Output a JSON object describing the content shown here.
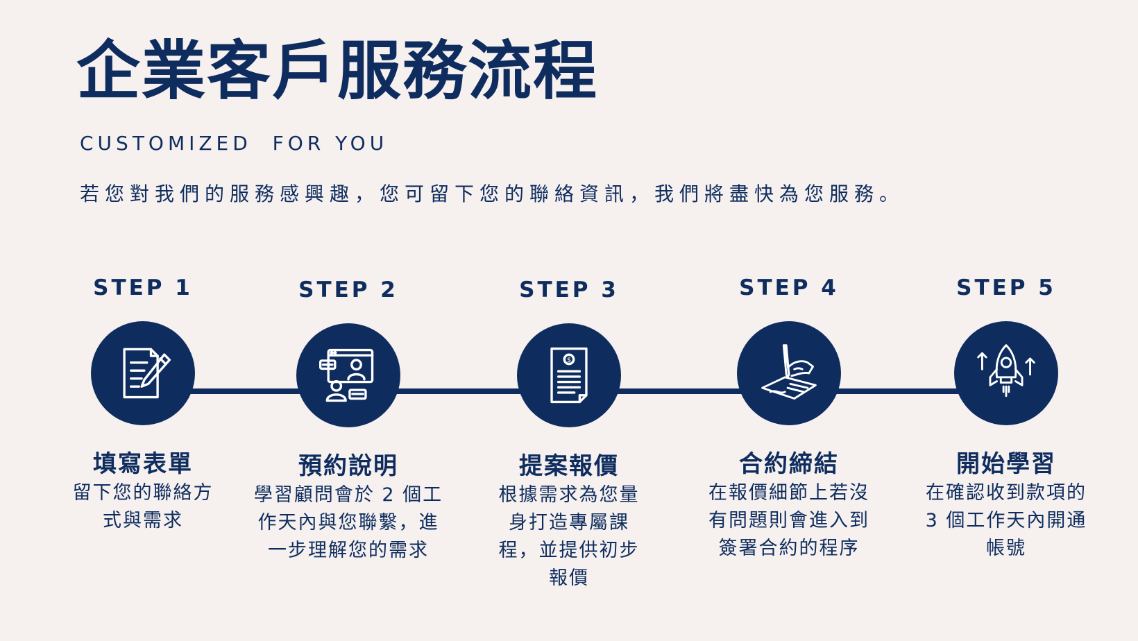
{
  "header": {
    "title": "企業客戶服務流程",
    "subtitle": "CUSTOMIZED  FOR YOU",
    "intro": "若您對我們的服務感興趣，您可留下您的聯絡資訊，我們將盡快為您服務。"
  },
  "steps": [
    {
      "label": "STEP 1",
      "icon": "form-writing-icon",
      "title": "填寫表單",
      "desc": "留下您的聯絡方式與需求"
    },
    {
      "label": "STEP 2",
      "icon": "video-consultation-icon",
      "title": "預約說明",
      "desc": "學習顧問會於 2 個工作天內與您聯繫，進一步理解您的需求"
    },
    {
      "label": "STEP 3",
      "icon": "quote-document-icon",
      "title": "提案報價",
      "desc": "根據需求為您量身打造專屬課程，並提供初步報價"
    },
    {
      "label": "STEP 4",
      "icon": "contract-signing-icon",
      "title": "合約締結",
      "desc": "在報價細節上若沒有問題則會進入到簽署合約的程序"
    },
    {
      "label": "STEP 5",
      "icon": "rocket-launch-icon",
      "title": "開始學習",
      "desc": "在確認收到款項的 3 個工作天內開通帳號"
    }
  ]
}
